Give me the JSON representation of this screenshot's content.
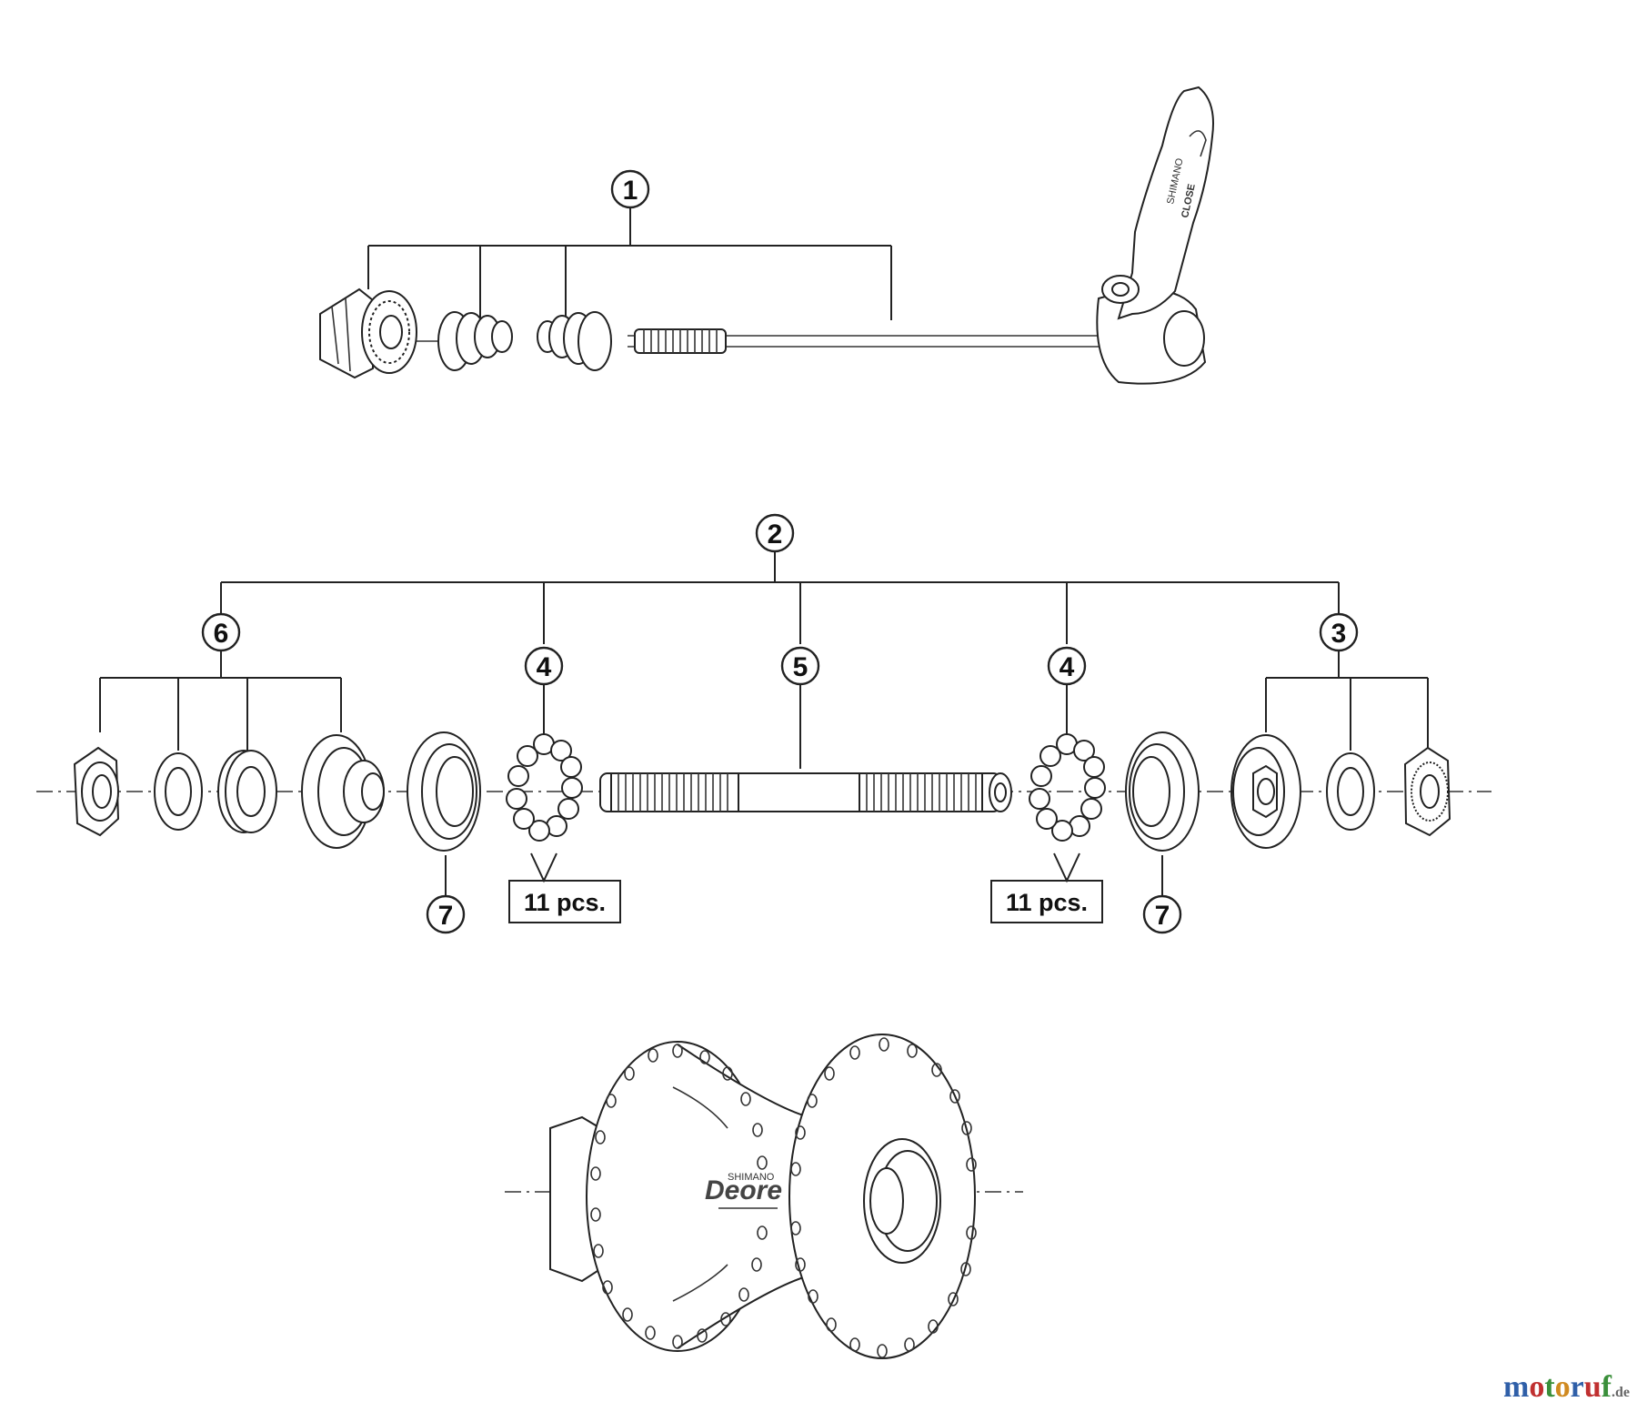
{
  "callouts": {
    "c1": "1",
    "c2": "2",
    "c3": "3",
    "c4a": "4",
    "c4b": "4",
    "c5": "5",
    "c6": "6",
    "c7a": "7",
    "c7b": "7"
  },
  "quantity_labels": {
    "left": "11 pcs.",
    "right": "11 pcs."
  },
  "lever_text": {
    "close": "CLOSE",
    "brand": "SHIMANO"
  },
  "hub_text": {
    "brand_small": "SHIMANO",
    "model": "Deore"
  },
  "watermark": {
    "m": "m",
    "o1": "o",
    "t": "t",
    "o2": "o",
    "r": "r",
    "u": "u",
    "f": "f",
    "tld": ".de",
    "colors": {
      "m": "#2f5fa8",
      "o1": "#c03030",
      "t": "#3a8f3a",
      "o2": "#d08a20",
      "r": "#2f5fa8",
      "u": "#c03030",
      "f": "#3a8f3a",
      "tld": "#666666"
    }
  }
}
